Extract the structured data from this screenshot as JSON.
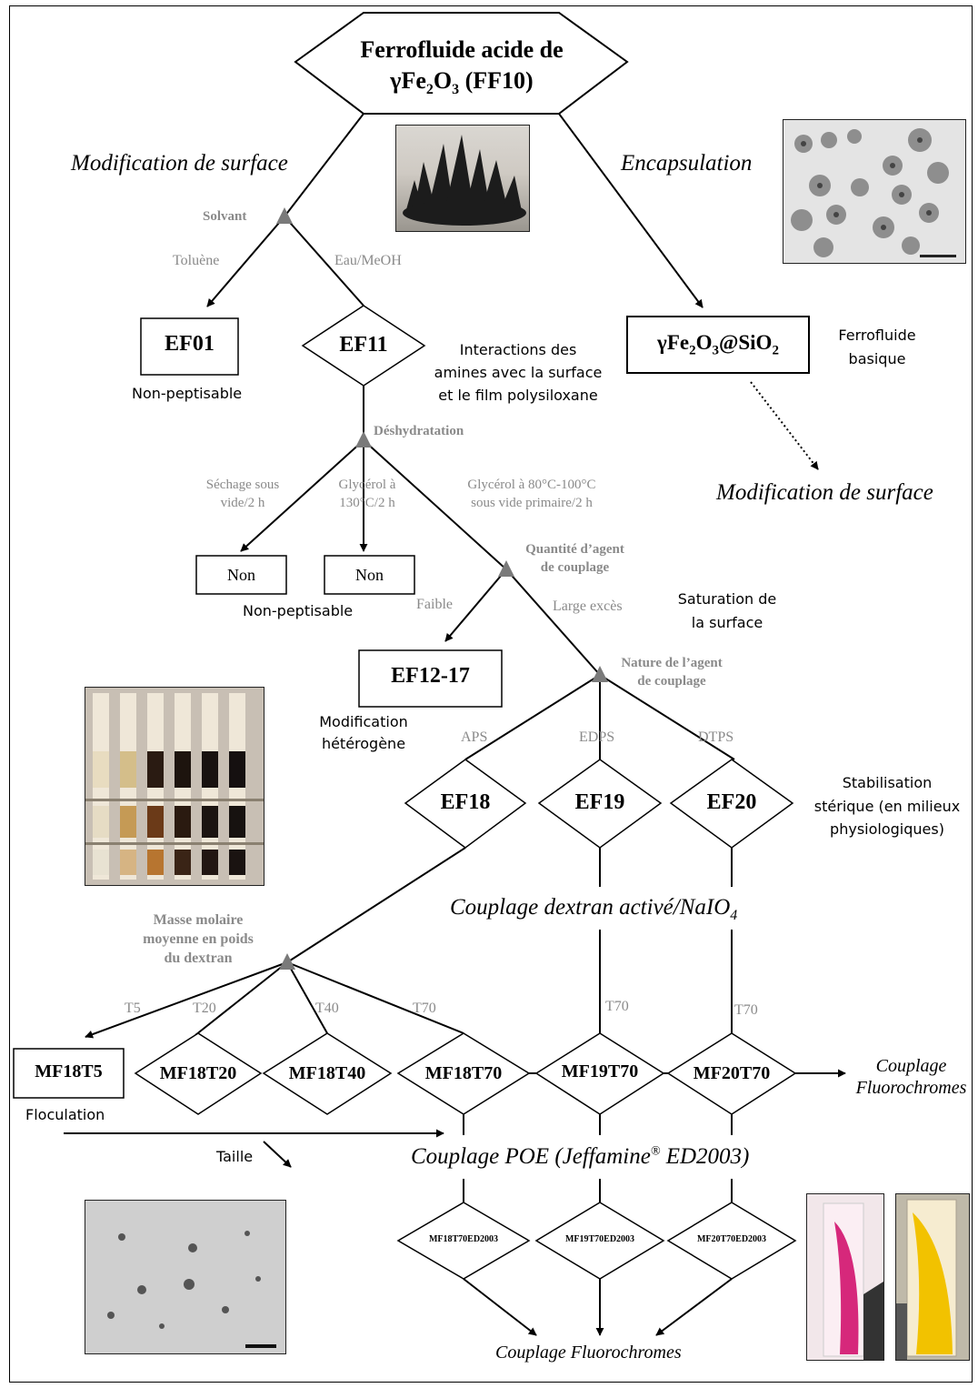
{
  "title": {
    "line1": "Ferrofluide acide de",
    "line2_gamma": "γ",
    "line2_fe": "Fe",
    "line2_sub2": "2",
    "line2_o": "O",
    "line2_sub3": "3",
    "line2_rest": " (FF10)"
  },
  "branches": {
    "left": "Modification de surface",
    "right": "Encapsulation"
  },
  "solvent": {
    "node": "Solvant",
    "left": "Toluène",
    "right": "Eau/MeOH"
  },
  "ef01": {
    "label": "EF01",
    "note": "Non-peptisable"
  },
  "ef11": {
    "label": "EF11",
    "note_l1": "Interactions des",
    "note_l2": "amines avec la surface",
    "note_l3": "et le film polysiloxane"
  },
  "silica": {
    "g": "γ",
    "fe": "Fe",
    "s2": "2",
    "o": "O",
    "s3": "3",
    "si": "@SiO",
    "s4": "2",
    "note_l1": "Ferrofluide",
    "note_l2": "basique",
    "next": "Modification de surface"
  },
  "dehydration": {
    "node": "Déshydratation",
    "opt1_l1": "Séchage sous",
    "opt1_l2": "vide/2 h",
    "opt2_l1": "Glycérol à",
    "opt2_l2": "130°C/2 h",
    "opt3_l1": "Glycérol à 80°C-100°C",
    "opt3_l2": "sous vide primaire/2 h",
    "non1": "Non",
    "non2": "Non",
    "note": "Non-peptisable"
  },
  "quantity": {
    "node_l1": "Quantité d’agent",
    "node_l2": "de couplage",
    "low": "Faible",
    "high": "Large excès",
    "sat_l1": "Saturation de",
    "sat_l2": "la surface"
  },
  "ef1217": {
    "label": "EF12-17",
    "note_l1": "Modification",
    "note_l2": "hétérogène"
  },
  "nature": {
    "node_l1": "Nature de l’agent",
    "node_l2": "de couplage",
    "aps": "APS",
    "edps": "EDPS",
    "dtps": "DTPS"
  },
  "ef18": "EF18",
  "ef19": "EF19",
  "ef20": "EF20",
  "steric": {
    "l1": "Stabilisation",
    "l2": "stérique (en milieux",
    "l3": "physiologiques)"
  },
  "dextran": {
    "couplage": "Couplage dextran activé/NaIO",
    "sub4": "4",
    "node_l1": "Masse molaire",
    "node_l2": "moyenne en poids",
    "node_l3": "du dextran",
    "t5": "T5",
    "t20": "T20",
    "t40": "T40",
    "t70a": "T70",
    "t70b": "T70",
    "t70c": "T70"
  },
  "mf": {
    "t5": "MF18T5",
    "t20": "MF18T20",
    "t40": "MF18T40",
    "mf18t70": "MF18T70",
    "mf19t70": "MF19T70",
    "mf20t70": "MF20T70",
    "flocculation": "Floculation",
    "taille": "Taille",
    "fluoro_l1": "Couplage",
    "fluoro_l2": "Fluorochromes"
  },
  "poe": {
    "text": "Couplage POE (Jeffamine",
    "reg": "®",
    "rest": " ED2003)"
  },
  "ed2003": {
    "a": "MF18T70ED2003",
    "b": "MF19T70ED2003",
    "c": "MF20T70ED2003"
  },
  "final": "Couplage Fluorochromes"
}
